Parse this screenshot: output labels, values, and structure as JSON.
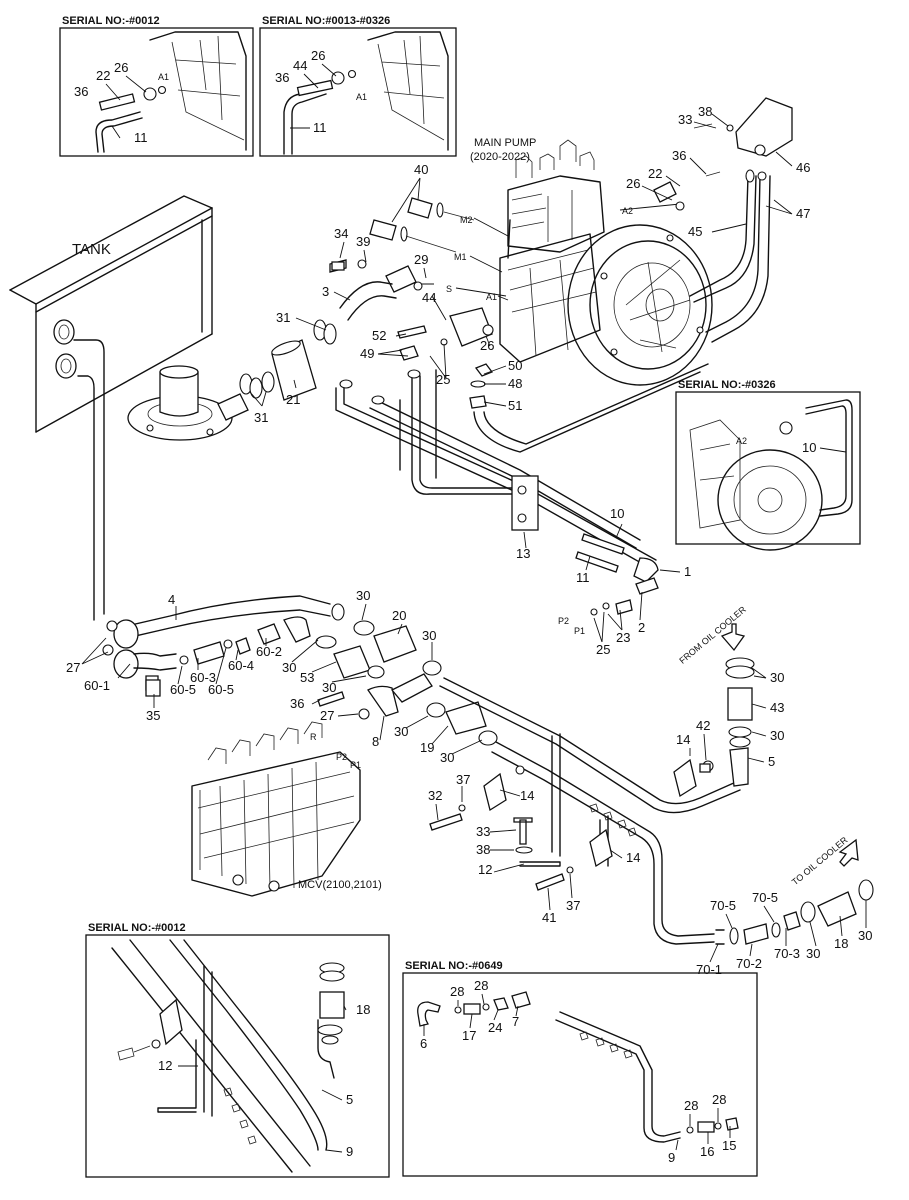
{
  "insets": {
    "serial_0012_top": "SERIAL NO:-#0012",
    "serial_0013_0326": "SERIAL NO:#0013-#0326",
    "serial_0326": "SERIAL NO:-#0326",
    "serial_0012_bottom": "SERIAL NO:-#0012",
    "serial_0649": "SERIAL NO:-#0649"
  },
  "text": {
    "tank": "TANK",
    "main_pump_line1": "MAIN PUMP",
    "main_pump_line2": "(2020-2022)",
    "mcv": "MCV(2100,2101)",
    "from_oil_cooler": "FROM OIL COOLER",
    "to_oil_cooler": "TO OIL COOLER",
    "port_m2": "M2",
    "port_m1": "M1",
    "port_s": "S",
    "port_a1": "A1",
    "port_a2": "A2",
    "port_p1": "P1",
    "port_p2": "P2",
    "port_r": "R"
  },
  "parts": {
    "p1": "1",
    "p2": "2",
    "p3": "3",
    "p4": "4",
    "p5": "5",
    "p6": "6",
    "p7": "7",
    "p8": "8",
    "p9": "9",
    "p10": "10",
    "p11": "11",
    "p12": "12",
    "p13": "13",
    "p14": "14",
    "p15": "15",
    "p16": "16",
    "p17": "17",
    "p18": "18",
    "p19": "19",
    "p20": "20",
    "p21": "21",
    "p22": "22",
    "p23": "23",
    "p24": "24",
    "p25": "25",
    "p26": "26",
    "p27": "27",
    "p28": "28",
    "p29": "29",
    "p30": "30",
    "p31": "31",
    "p32": "32",
    "p33": "33",
    "p34": "34",
    "p35": "35",
    "p36": "36",
    "p37": "37",
    "p38": "38",
    "p39": "39",
    "p40": "40",
    "p41": "41",
    "p42": "42",
    "p43": "43",
    "p44": "44",
    "p45": "45",
    "p46": "46",
    "p47": "47",
    "p48": "48",
    "p49": "49",
    "p50": "50",
    "p51": "51",
    "p52": "52",
    "p53": "53",
    "p60_1": "60-1",
    "p60_2": "60-2",
    "p60_3": "60-3",
    "p60_4": "60-4",
    "p60_5": "60-5",
    "p70_1": "70-1",
    "p70_2": "70-2",
    "p70_3": "70-3",
    "p70_5": "70-5"
  }
}
